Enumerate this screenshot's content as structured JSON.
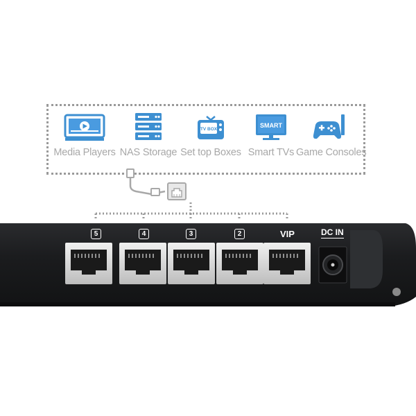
{
  "devices": [
    {
      "label": "Media Players",
      "icon": "media-player-icon"
    },
    {
      "label": "NAS Storage",
      "icon": "nas-storage-icon"
    },
    {
      "label": "Set top Boxes",
      "icon": "tv-box-icon",
      "icon_text": "TV BOX"
    },
    {
      "label": "Smart TVs",
      "icon": "smart-tv-icon",
      "icon_text": "SMART"
    },
    {
      "label": "Game Consoles",
      "icon": "game-console-icon"
    }
  ],
  "ports": [
    {
      "label": "5"
    },
    {
      "label": "4"
    },
    {
      "label": "3"
    },
    {
      "label": "2"
    },
    {
      "label": "VIP"
    }
  ],
  "power": {
    "label": "DC IN"
  },
  "colors": {
    "icon_blue": "#3d8fd1",
    "label_gray": "#a8a8a8",
    "switch_body": "#1c1d1f",
    "port_metal": "#d9d9d9"
  }
}
